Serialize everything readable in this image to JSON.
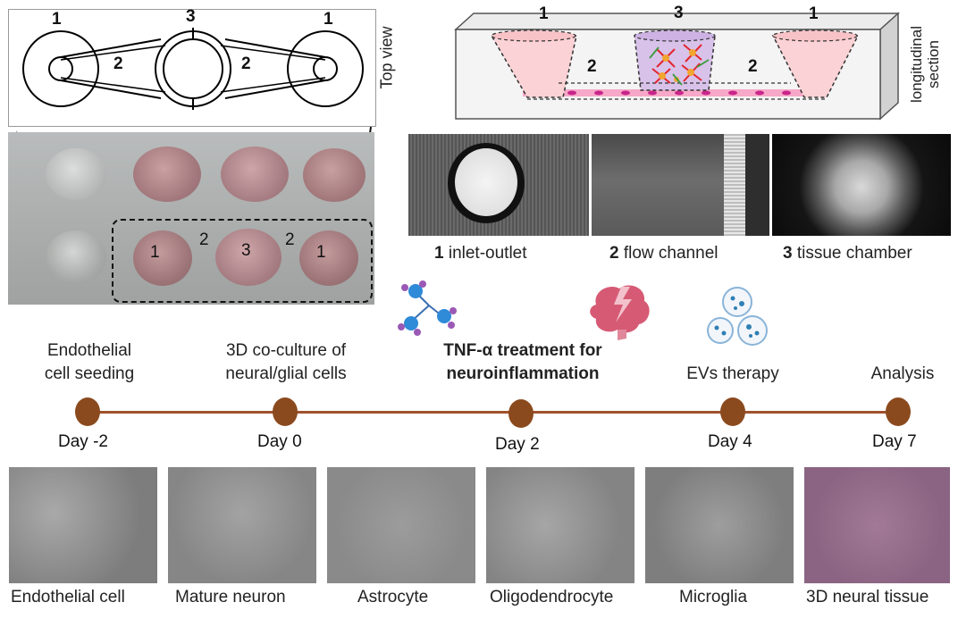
{
  "top_view": {
    "label": "Top view",
    "n1_left": "1",
    "n2_left": "2",
    "n3": "3",
    "n2_right": "2",
    "n1_right": "1"
  },
  "section_view": {
    "label_line1": "longitudinal",
    "label_line2": "section",
    "n1_left": "1",
    "n2_left": "2",
    "n3": "3",
    "n2_right": "2",
    "n1_right": "1"
  },
  "photo": {
    "n1_left": "1",
    "n2_left": "2",
    "n3": "3",
    "n2_right": "2",
    "n1_right": "1"
  },
  "chip_regions": [
    {
      "num": "1",
      "label": "inlet-outlet"
    },
    {
      "num": "2",
      "label": "flow channel"
    },
    {
      "num": "3",
      "label": "tissue chamber"
    }
  ],
  "timeline": {
    "steps": [
      {
        "line1": "Endothelial",
        "line2": "cell seeding",
        "day": "Day -2"
      },
      {
        "line1": "3D co-culture of",
        "line2": "neural/glial cells",
        "day": "Day 0"
      },
      {
        "line1": "TNF-α treatment for",
        "line2": "neuroinflammation",
        "day": "Day 2"
      },
      {
        "line1": "EVs therapy",
        "line2": "",
        "day": "Day 4"
      },
      {
        "line1": "Analysis",
        "line2": "",
        "day": "Day 7"
      }
    ],
    "dot_color": "#8b4a1e",
    "line_color": "#a0522d"
  },
  "cell_types": [
    "Endothelial cell",
    "Mature neuron",
    "Astrocyte",
    "Oligodendrocyte",
    "Microglia",
    "3D neural tissue"
  ]
}
